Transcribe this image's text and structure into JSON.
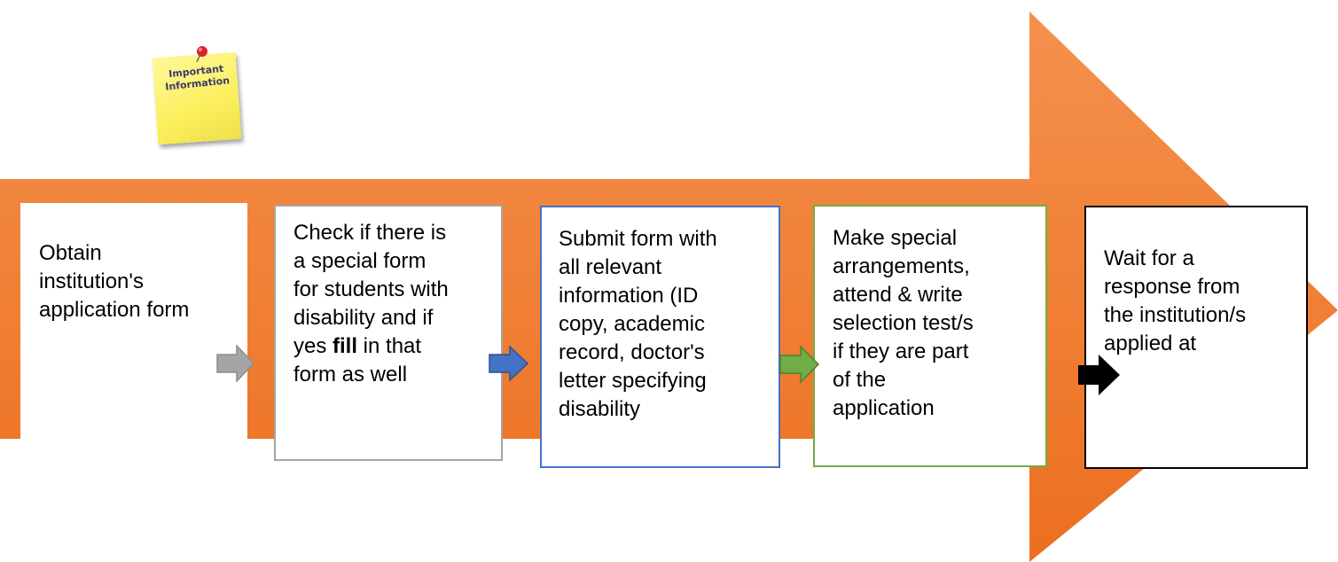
{
  "sticky_note": {
    "text": "Important\nInformation",
    "paper_color": "#fbef5e",
    "pin_color": "#d9242b",
    "icon": "pushpin-icon"
  },
  "flow_arrow": {
    "color": "#f07a2c"
  },
  "steps": [
    {
      "id": "obtain",
      "text": "Obtain\ninstitution's\napplication form",
      "border_color": "#ffffff"
    },
    {
      "id": "check",
      "text_before": "Check if there is\na special form\nfor students with\ndisability and if\nyes ",
      "text_bold": "fill",
      "text_after": " in that\nform as well",
      "border_color": "#a5a5a5"
    },
    {
      "id": "submit",
      "text": "Submit form with\nall relevant\ninformation (ID\ncopy, academic\nrecord, doctor's\nletter specifying\ndisability",
      "border_color": "#4472c4"
    },
    {
      "id": "arrange",
      "text": "Make special\narrangements,\nattend & write\nselection test/s\nif they are part\nof the\napplication",
      "border_color": "#70ad47"
    },
    {
      "id": "wait",
      "text": "Wait for a\nresponse from\nthe institution/s\napplied at",
      "border_color": "#000000"
    }
  ],
  "connectors": [
    {
      "id": "grey",
      "color": "#a5a5a5",
      "icon": "right-arrow-icon"
    },
    {
      "id": "blue",
      "color": "#4472c4",
      "icon": "right-arrow-icon"
    },
    {
      "id": "green",
      "color": "#70ad47",
      "icon": "right-arrow-icon"
    },
    {
      "id": "black",
      "color": "#000000",
      "icon": "right-arrow-icon"
    }
  ]
}
